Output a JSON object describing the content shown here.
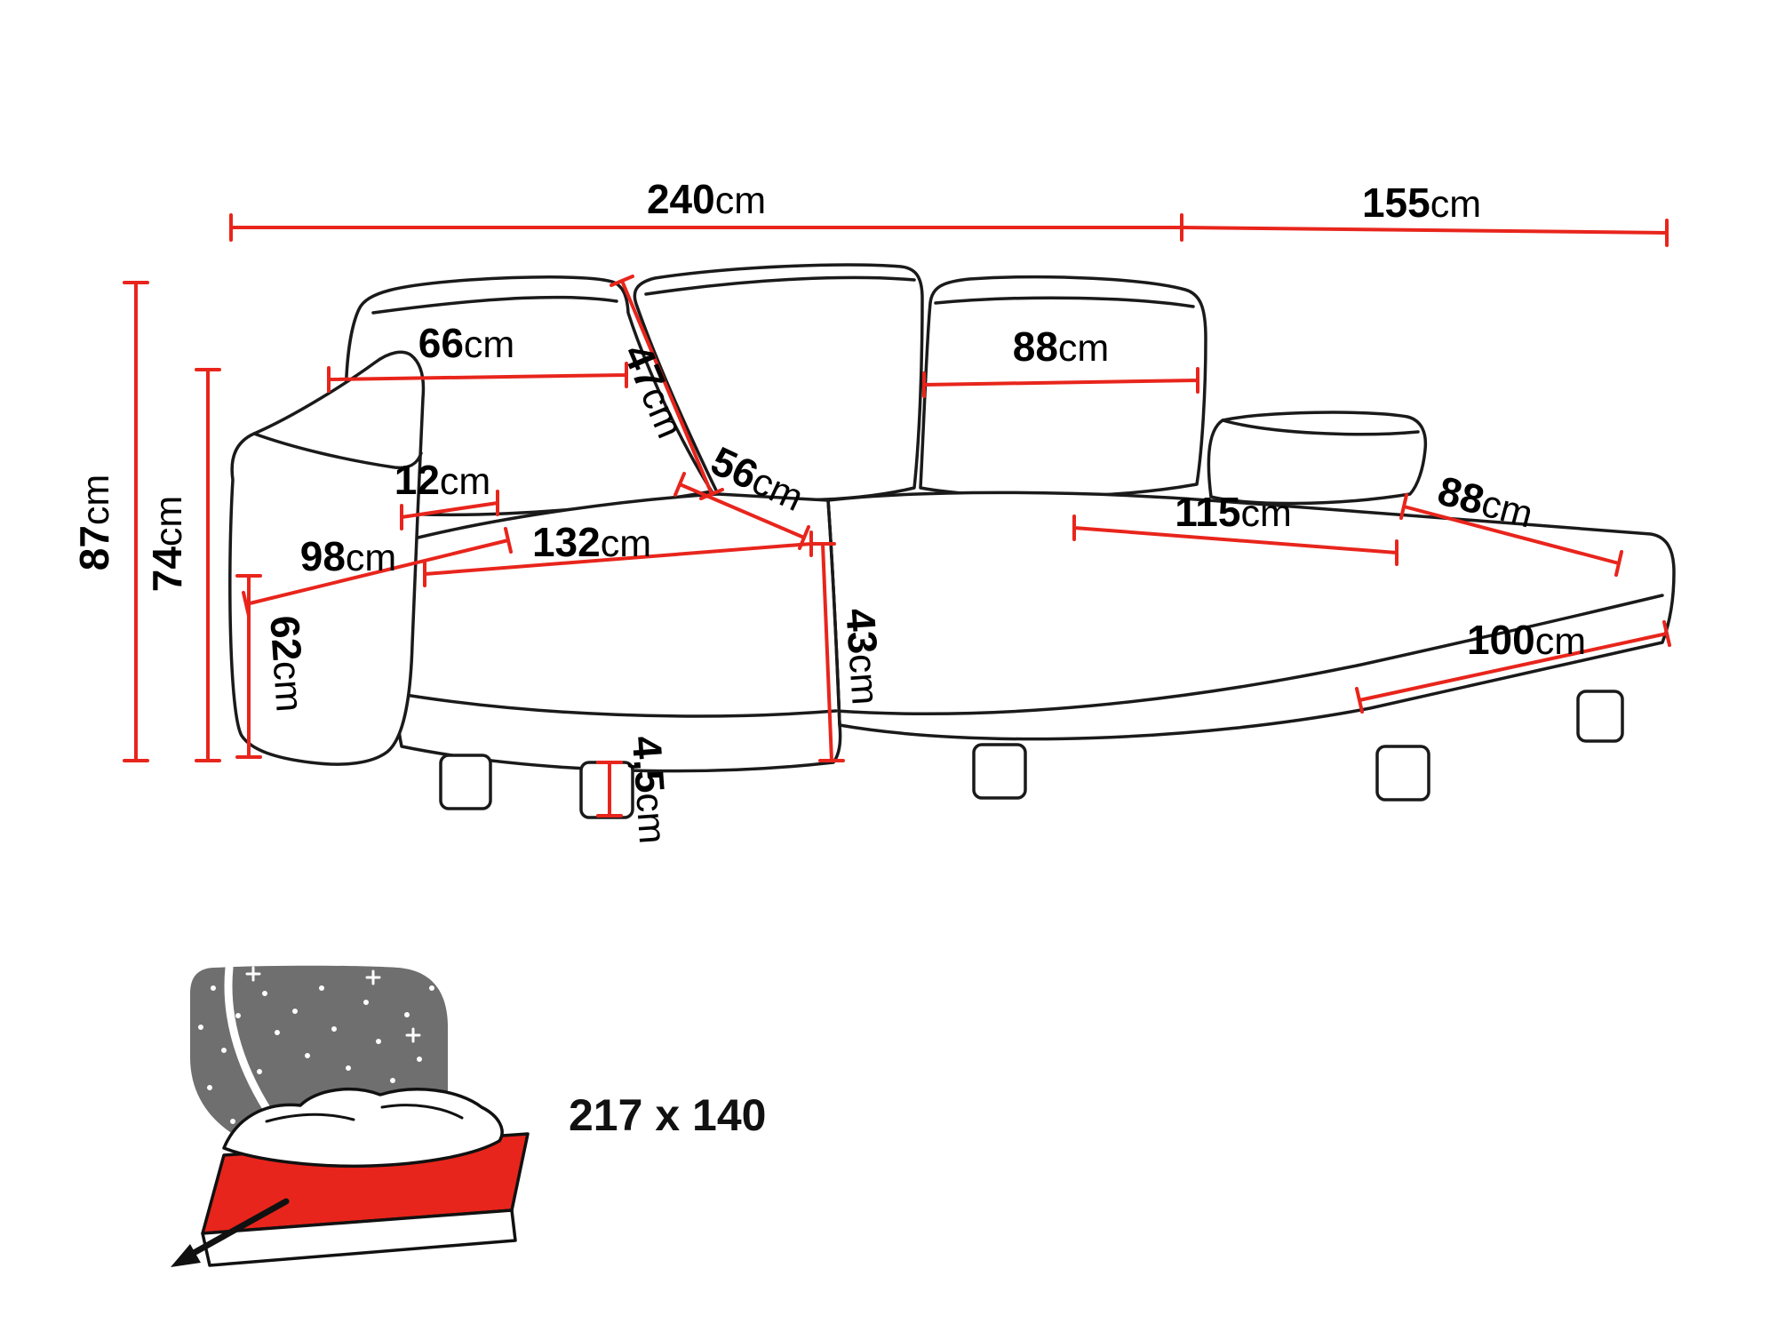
{
  "figure": {
    "type": "furniture-dimension-diagram",
    "subject": "corner sofa bed with chaise"
  },
  "colors": {
    "dimension": "#e8251c",
    "outline": "#1a1a1a",
    "headboard": "#6f6f6f",
    "mattress": "#e8251c",
    "background": "#ffffff"
  },
  "dimensions": {
    "total_width": {
      "value": "240",
      "unit": "cm"
    },
    "total_depth": {
      "value": "155",
      "unit": "cm"
    },
    "total_height": {
      "value": "87",
      "unit": "cm"
    },
    "backrest_height": {
      "value": "74",
      "unit": "cm"
    },
    "back_cushion_left_width": {
      "value": "66",
      "unit": "cm"
    },
    "back_cushion_height": {
      "value": "47",
      "unit": "cm"
    },
    "back_cushion_right_width": {
      "value": "88",
      "unit": "cm"
    },
    "armrest_width": {
      "value": "12",
      "unit": "cm"
    },
    "seat_depth": {
      "value": "98",
      "unit": "cm"
    },
    "armrest_height": {
      "value": "62",
      "unit": "cm"
    },
    "seat_width": {
      "value": "132",
      "unit": "cm"
    },
    "seat_cushion_depth": {
      "value": "56",
      "unit": "cm"
    },
    "seat_height": {
      "value": "43",
      "unit": "cm"
    },
    "chaise_seat_length": {
      "value": "115",
      "unit": "cm"
    },
    "chaise_seat_width": {
      "value": "88",
      "unit": "cm"
    },
    "chaise_outer_length": {
      "value": "100",
      "unit": "cm"
    },
    "leg_height": {
      "value": "4,5",
      "unit": "cm"
    }
  },
  "sleeping_area": {
    "label": "217 x 140"
  }
}
